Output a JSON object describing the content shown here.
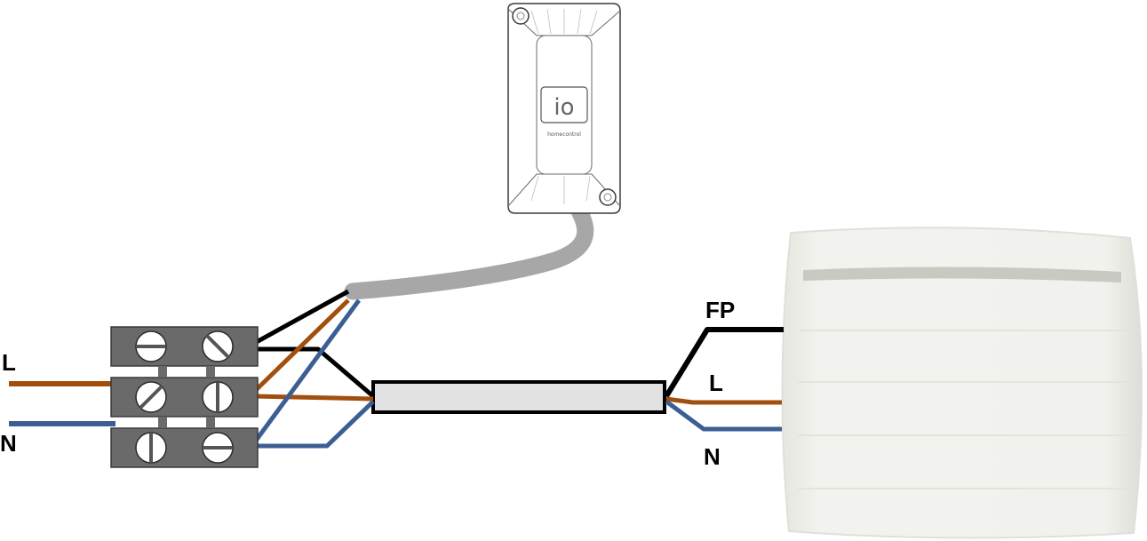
{
  "labels": {
    "left_live": "L",
    "left_neutral": "N",
    "right_pilot": "FP",
    "right_live": "L",
    "right_neutral": "N"
  },
  "module": {
    "logo_text": "io",
    "brand_text": "homecontrol"
  },
  "colors": {
    "live": "#a24f0e",
    "neutral": "#3c5f93",
    "pilot": "#000000",
    "cable": "#a7a7a7",
    "terminal_block": "#6a6a6a",
    "sleeve": "#e2e2e2",
    "radiator": "#eeeeea"
  },
  "icons": {
    "terminal_screw": "screw-icon",
    "module_logo": "io-homecontrol-logo"
  }
}
